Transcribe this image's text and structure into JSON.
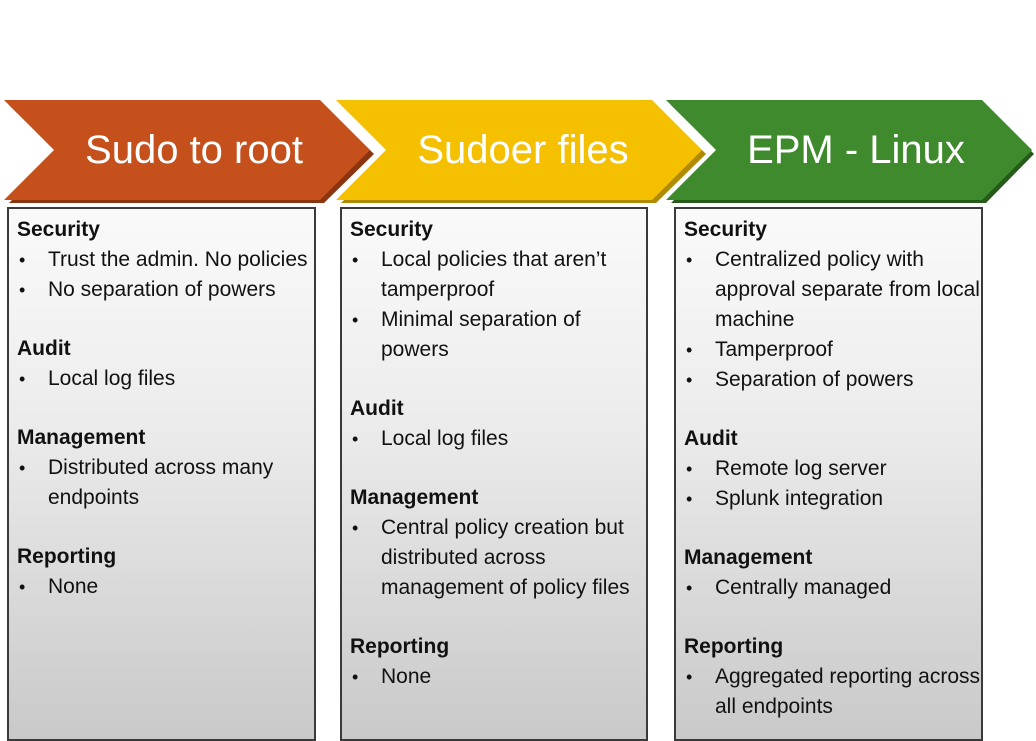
{
  "stages": [
    {
      "title": "Sudo to root",
      "color": "#c5501c",
      "sections": [
        {
          "heading": "Security",
          "items": [
            "Trust the admin. No policies",
            "No separation of powers"
          ]
        },
        {
          "heading": "Audit",
          "items": [
            "Local log files"
          ]
        },
        {
          "heading": "Management",
          "items": [
            "Distributed across many endpoints"
          ]
        },
        {
          "heading": "Reporting",
          "items": [
            "None"
          ]
        }
      ]
    },
    {
      "title": "Sudoer files",
      "color": "#f4c000",
      "sections": [
        {
          "heading": "Security",
          "items": [
            "Local policies that aren’t tamperproof",
            "Minimal separation of powers"
          ]
        },
        {
          "heading": "Audit",
          "items": [
            "Local log files"
          ]
        },
        {
          "heading": "Management",
          "items": [
            "Central policy creation but distributed across management of policy files"
          ]
        },
        {
          "heading": "Reporting",
          "items": [
            "None"
          ]
        }
      ]
    },
    {
      "title": "EPM - Linux",
      "color": "#3f8a2c",
      "sections": [
        {
          "heading": "Security",
          "items": [
            "Centralized policy with approval separate from local machine",
            "Tamperproof",
            "Separation of powers"
          ]
        },
        {
          "heading": "Audit",
          "items": [
            "Remote log server",
            "Splunk integration"
          ]
        },
        {
          "heading": "Management",
          "items": [
            "Centrally managed"
          ]
        },
        {
          "heading": "Reporting",
          "items": [
            "Aggregated reporting across all endpoints"
          ]
        }
      ]
    }
  ]
}
